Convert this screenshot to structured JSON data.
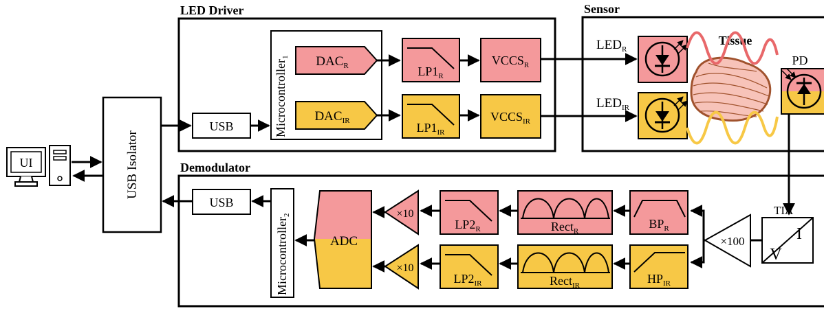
{
  "colors": {
    "red": "#f4999b",
    "yellow": "#f7c846",
    "tissue": "#f7c3b9",
    "tissue_edge": "#a0522d",
    "line": "#000000"
  },
  "sections": {
    "led_driver": "LED Driver",
    "sensor": "Sensor",
    "demodulator": "Demodulator"
  },
  "pc": {
    "ui": "UI"
  },
  "usb_isolator": "USB Isolator",
  "led_driver": {
    "usb": "USB",
    "mcu": {
      "text": "Microcontroller",
      "sub": "1"
    },
    "dac_r": {
      "text": "DAC",
      "sub": "R"
    },
    "dac_ir": {
      "text": "DAC",
      "sub": "IR"
    },
    "lp1_r": {
      "text": "LP1",
      "sub": "R"
    },
    "lp1_ir": {
      "text": "LP1",
      "sub": "IR"
    },
    "vccs_r": {
      "text": "VCCS",
      "sub": "R"
    },
    "vccs_ir": {
      "text": "VCCS",
      "sub": "IR"
    }
  },
  "sensor": {
    "led_r": {
      "text": "LED",
      "sub": "R"
    },
    "led_ir": {
      "text": "LED",
      "sub": "IR"
    },
    "tissue": "Tissue",
    "pd": "PD"
  },
  "demodulator": {
    "usb": "USB",
    "mcu": {
      "text": "Microcontroller",
      "sub": "2"
    },
    "adc": "ADC",
    "gain_r": "×10",
    "gain_ir": "×10",
    "lp2_r": {
      "text": "LP2",
      "sub": "R"
    },
    "lp2_ir": {
      "text": "LP2",
      "sub": "IR"
    },
    "rect_r": {
      "text": "Rect",
      "sub": "R"
    },
    "rect_ir": {
      "text": "Rect",
      "sub": "IR"
    },
    "bp_r": {
      "text": "BP",
      "sub": "R"
    },
    "hp_ir": {
      "text": "HP",
      "sub": "IR"
    },
    "gain_tia": "×100",
    "tia": {
      "label": "TIA",
      "i": "I",
      "v": "V"
    }
  }
}
